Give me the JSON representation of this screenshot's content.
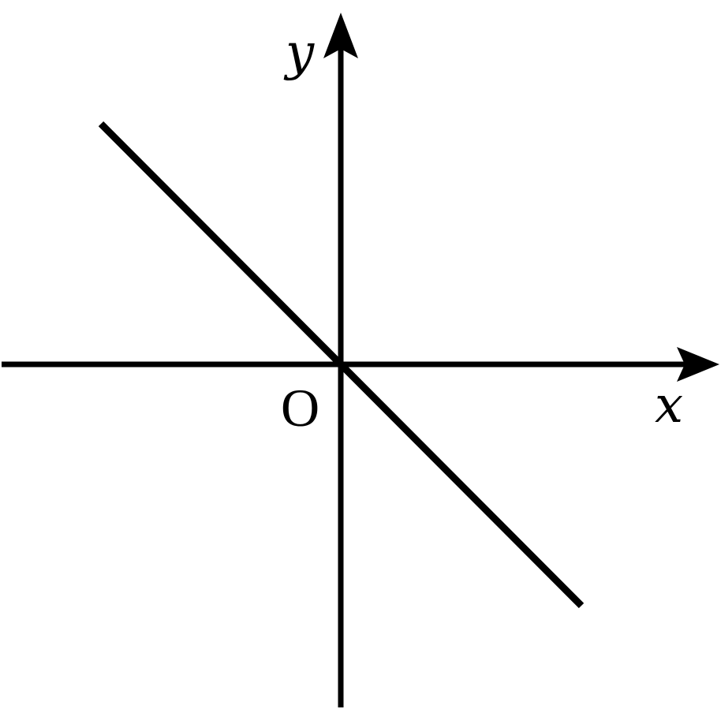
{
  "diagram": {
    "x_label": "x",
    "y_label": "y",
    "origin_label": "O",
    "line_color": "#000000"
  }
}
